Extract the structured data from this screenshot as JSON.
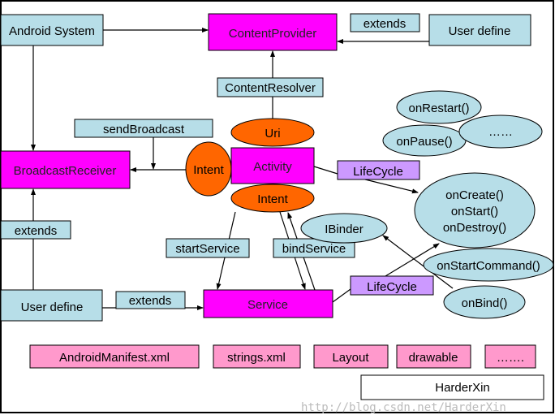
{
  "colors": {
    "component": "#FF00FF",
    "label": "#B7DEE8",
    "intent": "#FF6600",
    "lifecycle": "#CC99FF",
    "resource": "#FF99CC"
  },
  "components": {
    "content_provider": "ContentProvider",
    "broadcast_receiver": "BroadcastReceiver",
    "activity": "Activity",
    "service": "Service"
  },
  "labels": {
    "android_system": "Android System",
    "user_define_top": "User define",
    "extends_top": "extends",
    "content_resolver": "ContentResolver",
    "send_broadcast": "sendBroadcast",
    "extends_left": "extends",
    "user_define_bottom": "User define",
    "extends_bottom": "extends",
    "start_service": "startService",
    "bind_service": "bindService",
    "lifecycle_activity": "LifeCycle",
    "lifecycle_service": "LifeCycle"
  },
  "ellipses": {
    "uri": "Uri",
    "intent_left": "Intent",
    "intent_bottom": "Intent",
    "on_restart": "onRestart()",
    "on_pause": "onPause()",
    "more": "……",
    "on_create": "onCreate()",
    "on_start": "onStart()",
    "on_destroy": "onDestroy()",
    "ibinder": "IBinder",
    "on_start_command": "onStartCommand()",
    "on_bind": "onBind()"
  },
  "resources": [
    "AndroidManifest.xml",
    "strings.xml",
    "Layout",
    "drawable",
    "……."
  ],
  "author": "HarderXin",
  "watermark": "http://blog.csdn.net/HarderXin"
}
